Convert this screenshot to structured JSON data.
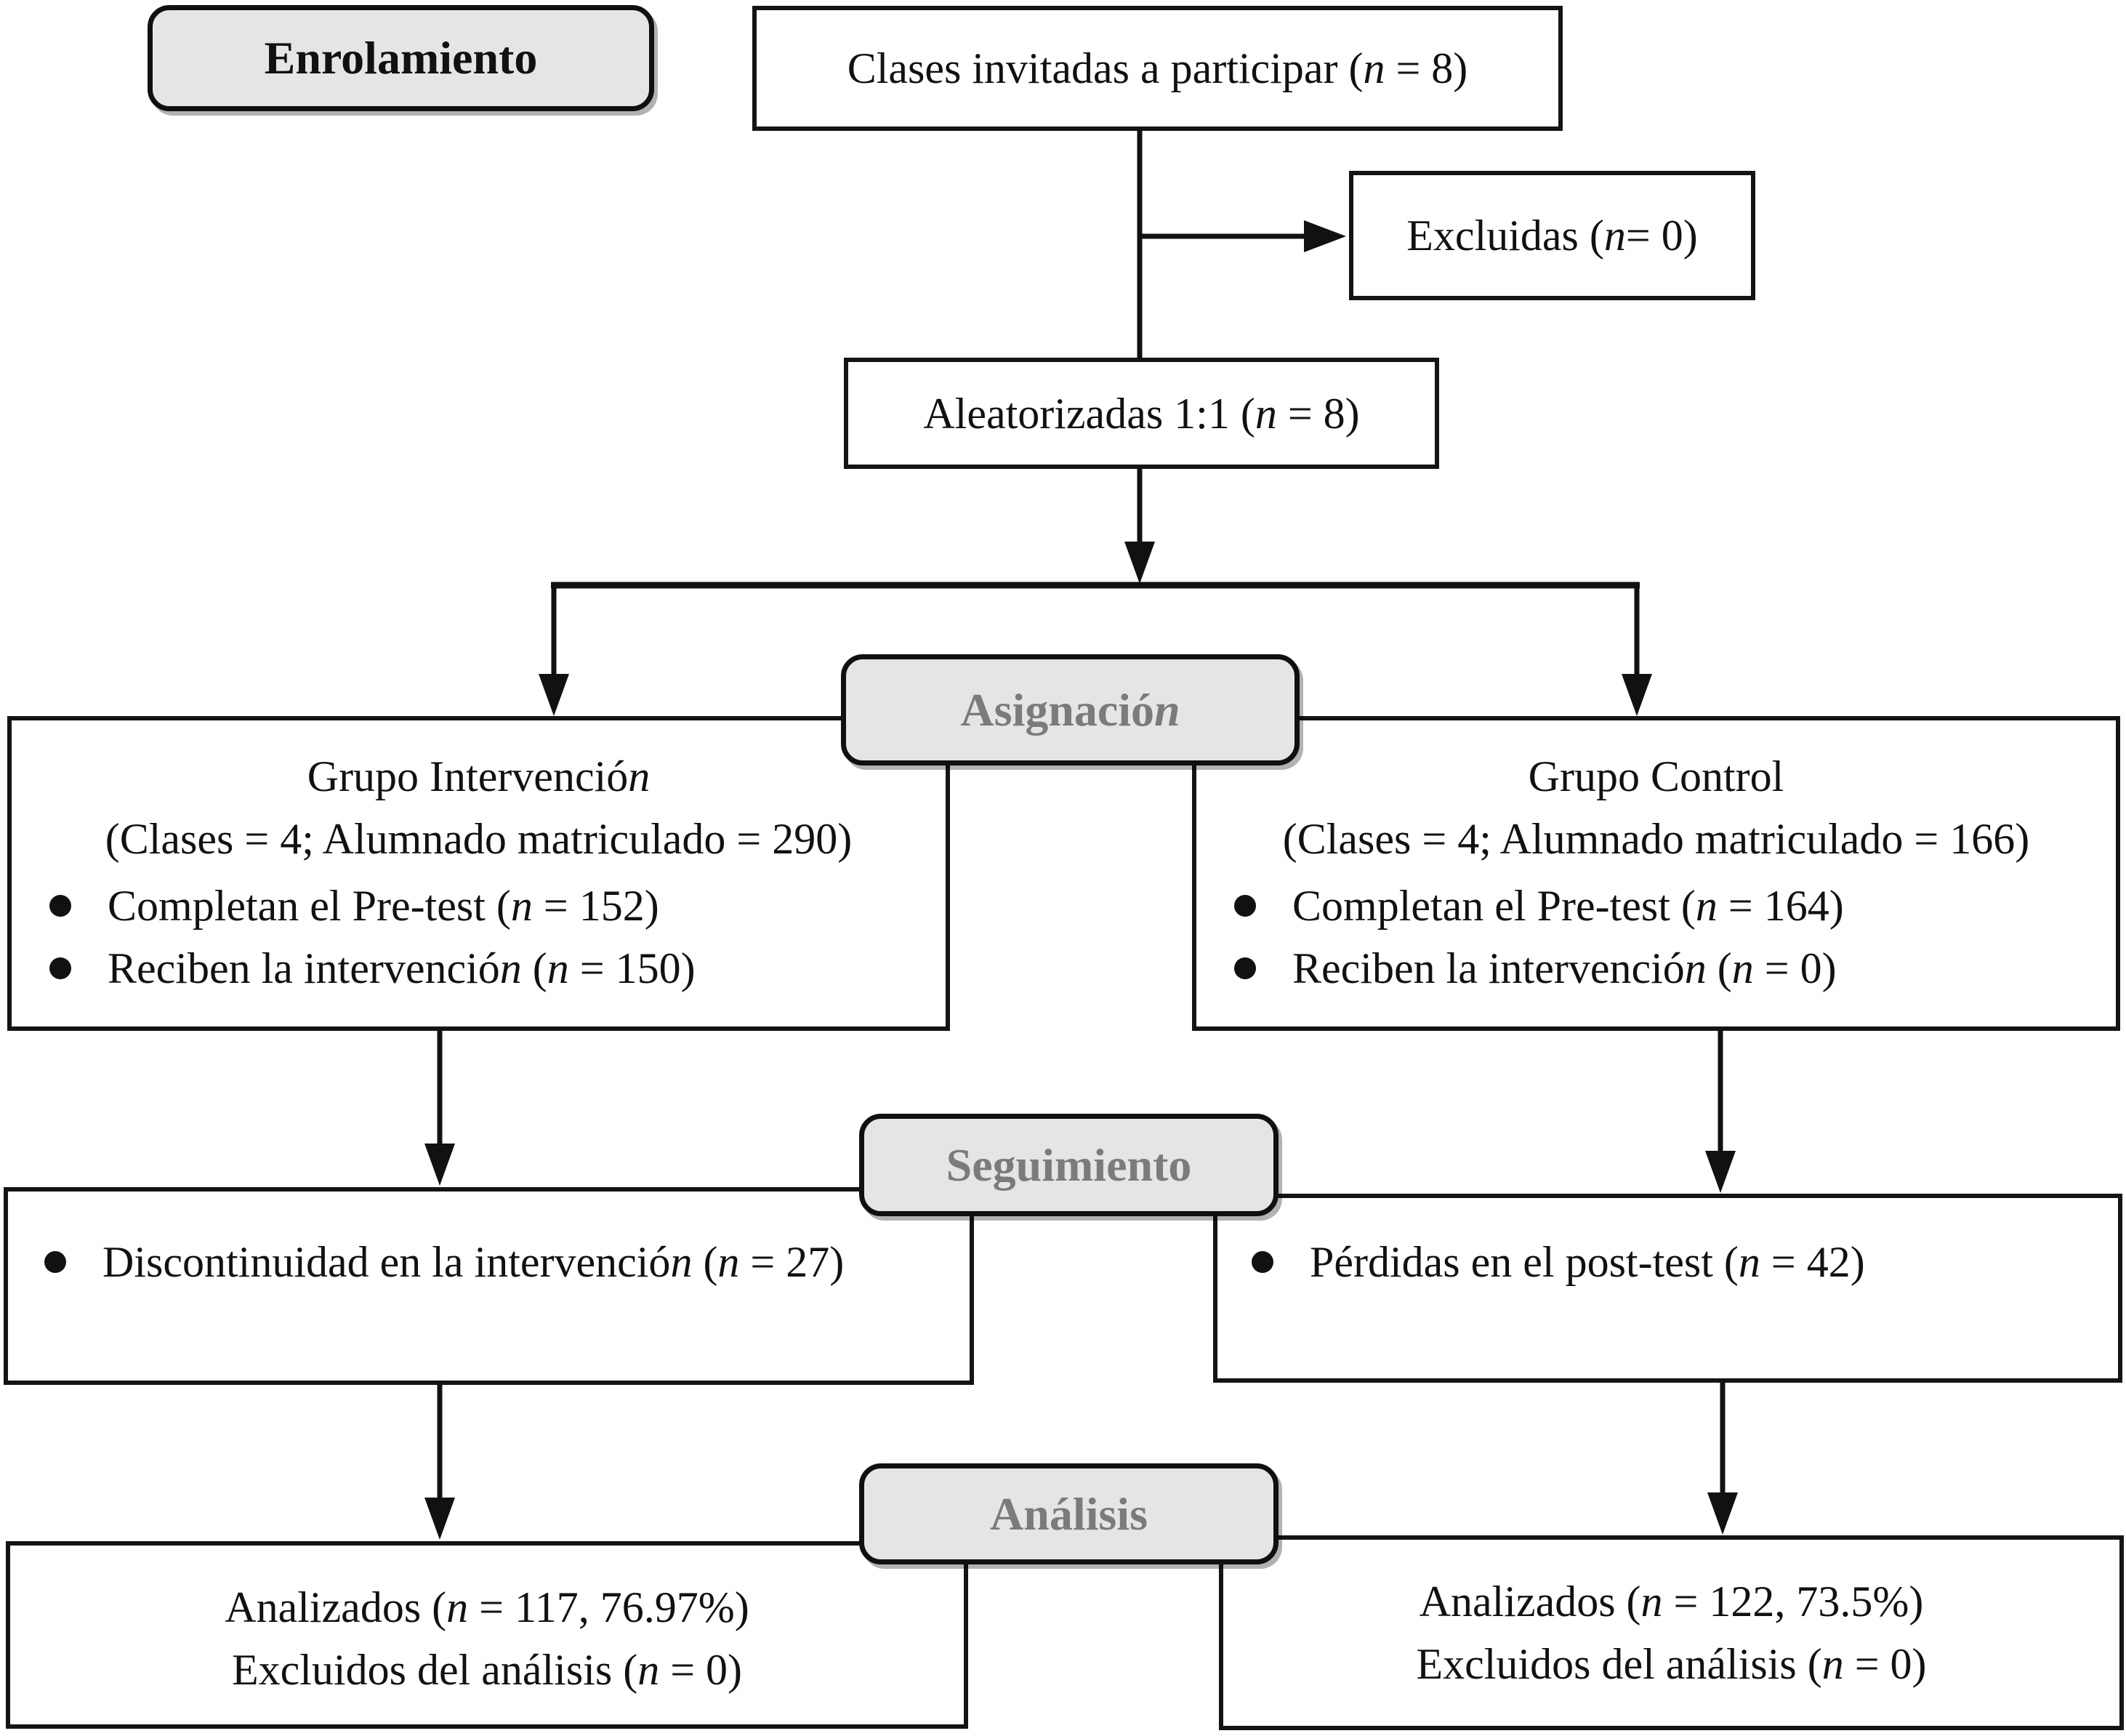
{
  "stages": {
    "enrollment": "Enrolamiento",
    "assignment": "Asignación",
    "followup": "Seguimiento",
    "analysis": "Análisis"
  },
  "enrollment": {
    "invited": "Clases invitadas a participar (n = 8)",
    "excluded": "Excluidas (n= 0)",
    "randomized": "Aleatorizadas 1:1 (n = 8)"
  },
  "groups": {
    "intervention": {
      "title": "Grupo Intervención",
      "subtitle": "(Clases = 4; Alumnado matriculado = 290)",
      "bullets": [
        "Completan el Pre-test (n = 152)",
        "Reciben la intervención (n = 150)"
      ]
    },
    "control": {
      "title": "Grupo Control",
      "subtitle": "(Clases = 4; Alumnado matriculado = 166)",
      "bullets": [
        "Completan el Pre-test (n = 164)",
        "Reciben la intervención (n = 0)"
      ]
    }
  },
  "followup": {
    "intervention": {
      "bullets": [
        "Discontinuidad en la intervención (n = 27)"
      ]
    },
    "control": {
      "bullets": [
        "Pérdidas en el post-test (n = 42)"
      ]
    }
  },
  "analysis": {
    "intervention": {
      "lines": [
        "Analizados (n = 117, 76.97%)",
        "Excluidos del análisis (n = 0)"
      ]
    },
    "control": {
      "lines": [
        "Analizados (n = 122, 73.5%)",
        "Excluidos del análisis (n = 0)"
      ]
    }
  },
  "colors": {
    "label_fill": "#e6e5e4",
    "label_text": "#7b7b7b",
    "line": "#111111"
  }
}
